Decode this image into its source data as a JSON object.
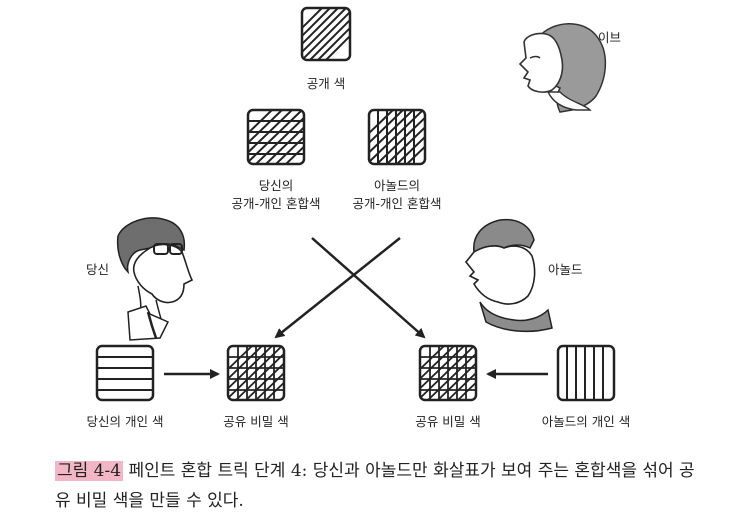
{
  "labels": {
    "public_color": "공개 색",
    "eve": "이브",
    "you_mix_1": "당신의",
    "you_mix_2": "공개-개인 혼합색",
    "arnold_mix_1": "아놀드의",
    "arnold_mix_2": "공개-개인 혼합색",
    "you": "당신",
    "arnold": "아놀드",
    "you_private": "당신의 개인 색",
    "shared_secret_left": "공유 비밀 색",
    "shared_secret_right": "공유 비밀 색",
    "arnold_private": "아놀드의 개인 색"
  },
  "caption": {
    "figure_number": "그림 4-4",
    "text": "페인트 혼합 트릭 단계 4: 당신과 아놀드만 화살표가 보여 주는 혼합색을 섞어 공유 비밀 색을 만들 수 있다."
  },
  "colors": {
    "highlight": "#f3b6c6",
    "ink": "#222222",
    "skin": "#ffffff",
    "hair_eve": "#9a9a9a",
    "shirt_arnold": "#8c8c8c"
  }
}
